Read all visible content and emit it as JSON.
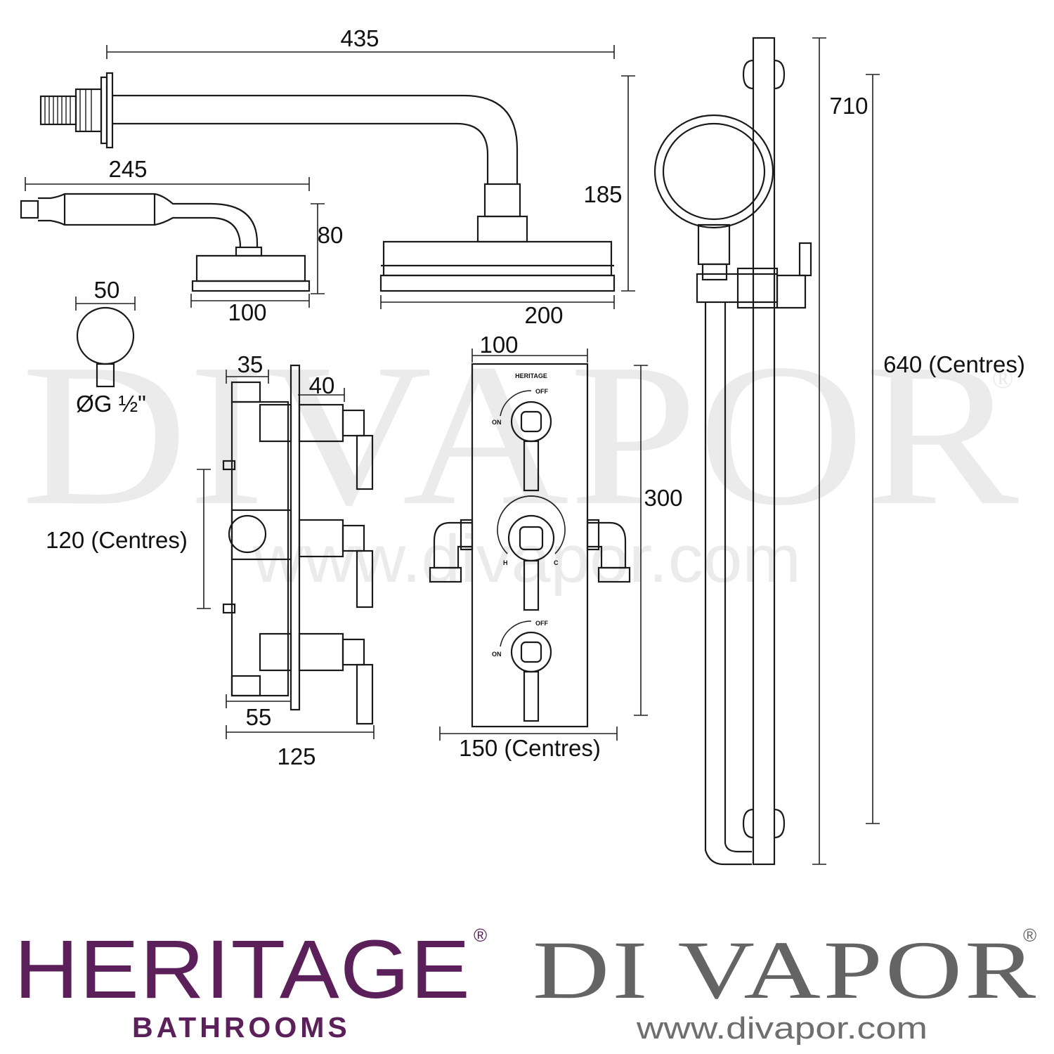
{
  "watermark": {
    "text": "DIVAPOR",
    "registered": "®",
    "url": "www.divapor.com"
  },
  "dimensions": {
    "arm_length": "435",
    "arm_drop": "185",
    "small_arm_length": "245",
    "small_head_height": "80",
    "small_head_width": "100",
    "large_head_width": "200",
    "elbow_diameter": "50",
    "elbow_thread": "ØG ½\"",
    "valve_depth_a": "35",
    "valve_depth_b": "40",
    "valve_centres": "120 (Centres)",
    "valve_depth_c": "55",
    "valve_total_depth": "125",
    "plate_width": "100",
    "plate_height": "300",
    "inlet_centres": "150 (Centres)",
    "riser_length": "710",
    "riser_centres": "640 (Centres)"
  },
  "valve_labels": {
    "plate_brand": "HERITAGE",
    "off": "OFF",
    "on": "ON",
    "hot": "H",
    "cold": "C"
  },
  "brands": {
    "heritage": "HERITAGE",
    "heritage_sub": "BATHROOMS",
    "heritage_reg": "®",
    "divapor": "DI VAPOR",
    "divapor_reg": "®",
    "divapor_url": "www.divapor.com"
  },
  "colors": {
    "heritage": "#5b1f5a",
    "divapor": "#646464",
    "line": "#1a1a1a",
    "watermark": "#ebebeb"
  }
}
